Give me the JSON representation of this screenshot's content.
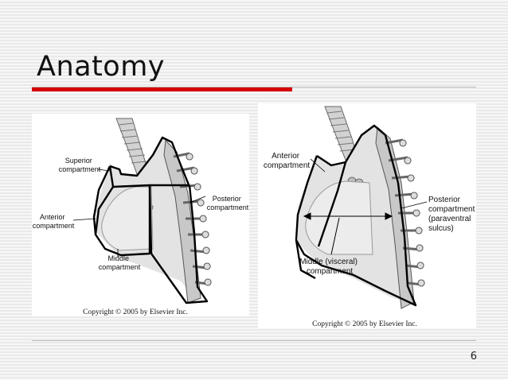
{
  "slide": {
    "title": "Anatomy",
    "page_number": "6"
  },
  "figure_left": {
    "labels": {
      "superior": [
        "Superior",
        "compartment"
      ],
      "posterior": [
        "Posterior",
        "compartment"
      ],
      "anterior": [
        "Anterior",
        "compartment"
      ],
      "middle": [
        "Middle",
        "compartment"
      ]
    },
    "copyright": "Copyright © 2005 by Elsevier Inc."
  },
  "figure_right": {
    "labels": {
      "anterior": [
        "Anterior",
        "compartment"
      ],
      "posterior": [
        "Posterior",
        "compartment",
        "(paraventral",
        "sulcus)"
      ],
      "middle": [
        "Middle (visceral)",
        "compartment"
      ]
    },
    "copyright": "Copyright © 2005 by Elsevier Inc."
  }
}
